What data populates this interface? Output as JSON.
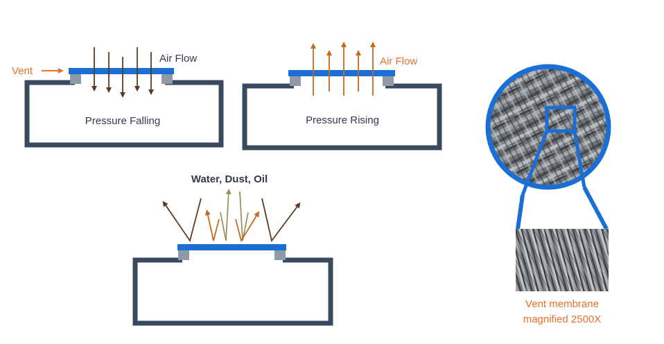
{
  "colors": {
    "housing": "#3a4a5e",
    "membrane": "#1a6fd6",
    "seal": "#8e9aa6",
    "orange": "#e8702a",
    "arrow_brown": "#5a3a22",
    "arrow_orange": "#c36a1e",
    "arrow_olive": "#9a9260",
    "text_dark": "#2f3b4c"
  },
  "panel_falling": {
    "vent_label": "Vent",
    "airflow_label": "Air Flow",
    "caption": "Pressure Falling"
  },
  "panel_rising": {
    "airflow_label": "Air Flow",
    "caption": "Pressure Rising"
  },
  "panel_repel": {
    "title": "Water, Dust, Oil"
  },
  "magnifier": {
    "caption_line1": "Vent membrane",
    "caption_line2": "magnified 2500X"
  }
}
